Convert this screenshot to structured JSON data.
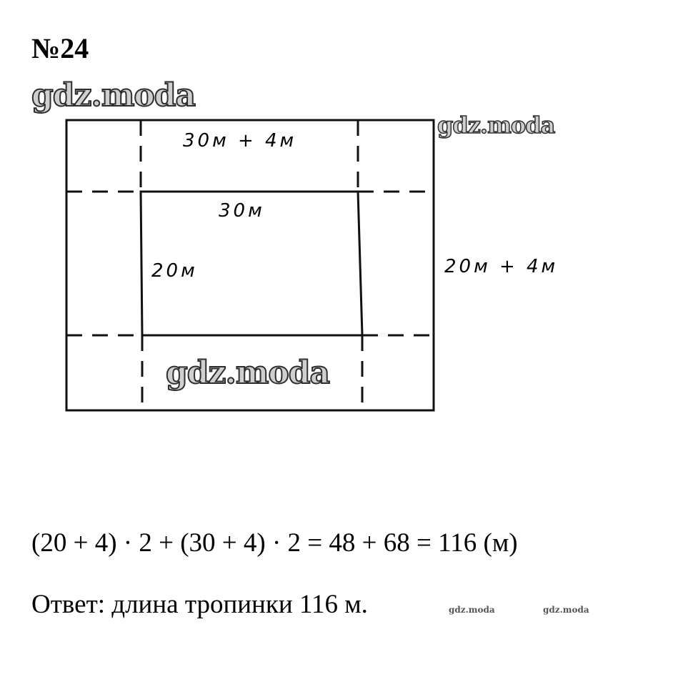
{
  "problem": {
    "number": "№24"
  },
  "watermark": {
    "text": "gdz.moda"
  },
  "diagram": {
    "outer_top_label": "30м + 4м",
    "inner_top_label": "30м",
    "inner_side_label": "20м",
    "outer_side_label": "20м + 4м"
  },
  "solution": {
    "equation": "(20 + 4) · 2 + (30 + 4) · 2 = 48 + 68 = 116 (м)",
    "answer": "Ответ: длина тропинки 116 м."
  }
}
